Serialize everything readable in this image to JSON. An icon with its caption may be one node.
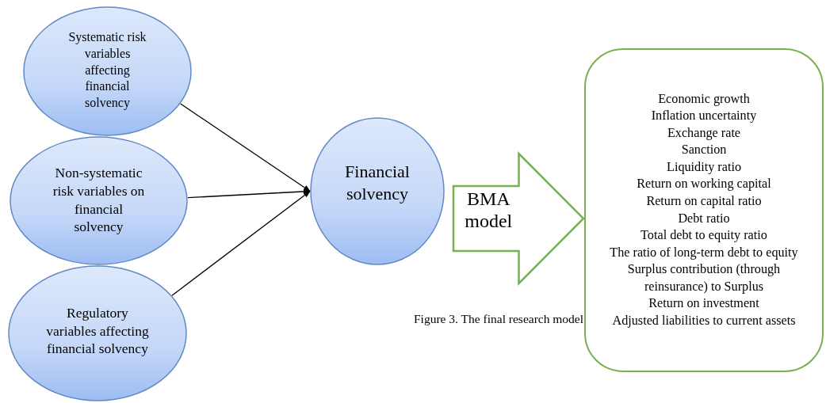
{
  "diagram": {
    "caption": "Figure 3. The final research model",
    "nodes": [
      {
        "text": [
          "Systematic risk variables affecting financial solvency"
        ]
      },
      {
        "text": [
          "Non-systematic risk variables on financial solvency"
        ]
      },
      {
        "text": [
          "Regulatory variables affecting financial solvency"
        ]
      },
      {
        "text": [
          "Financial solvency"
        ]
      },
      {
        "text": [
          "Economic growth",
          "Inflation uncertainty",
          "Exchange rate",
          "Sanction",
          "Liquidity ratio",
          "Return on working capital",
          "Return on capital ratio",
          "Debt ratio",
          "Total debt to equity ratio",
          "The ratio of long-term debt to equity",
          "Surplus contribution (through reinsurance) to Surplus",
          "Return on investment",
          "Adjusted liabilities to current assets"
        ]
      }
    ],
    "edges": [
      {
        "from": 0,
        "to": 3,
        "arrow": "to"
      },
      {
        "from": 1,
        "to": 3,
        "arrow": "to"
      },
      {
        "from": 2,
        "to": 3,
        "arrow": "to"
      },
      {
        "from": 3,
        "to": 4,
        "arrow": "to",
        "label": "BMA model",
        "style": "thick",
        "color": "#77b150"
      }
    ]
  }
}
